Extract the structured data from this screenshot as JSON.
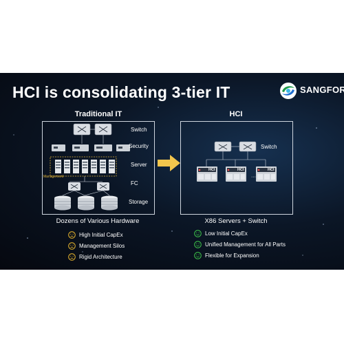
{
  "slide": {
    "title": "HCI is consolidating 3-tier IT",
    "logo": {
      "text": "SANGFOR",
      "icon": "sangfor-swirl-logo"
    },
    "colors": {
      "background": "#0b1626",
      "panel_border": "#cfd6df",
      "arrow": "#f3c64d",
      "sad_face": "#e8b62e",
      "happy_face": "#3ec64a",
      "management": "#e4b53a"
    }
  },
  "traditional": {
    "title": "Traditional IT",
    "tiers": [
      "Switch",
      "Security",
      "Server",
      "FC",
      "Storage"
    ],
    "management_label": "Management",
    "caption": "Dozens of Various Hardware",
    "bullets": [
      {
        "icon": "sad-face-icon",
        "text": "High Initial CapEx"
      },
      {
        "icon": "sad-face-icon",
        "text": "Management Silos"
      },
      {
        "icon": "sad-face-icon",
        "text": "Rigid Architecture"
      }
    ]
  },
  "hci": {
    "title": "HCI",
    "switch_label": "Switch",
    "node_label": "HCI",
    "caption": "X86 Servers + Switch",
    "bullets": [
      {
        "icon": "happy-face-icon",
        "text": "Low Initial CapEx"
      },
      {
        "icon": "happy-face-icon",
        "text": "Unified Management for All Parts"
      },
      {
        "icon": "happy-face-icon",
        "text": "Flexible for Expansion"
      }
    ]
  }
}
